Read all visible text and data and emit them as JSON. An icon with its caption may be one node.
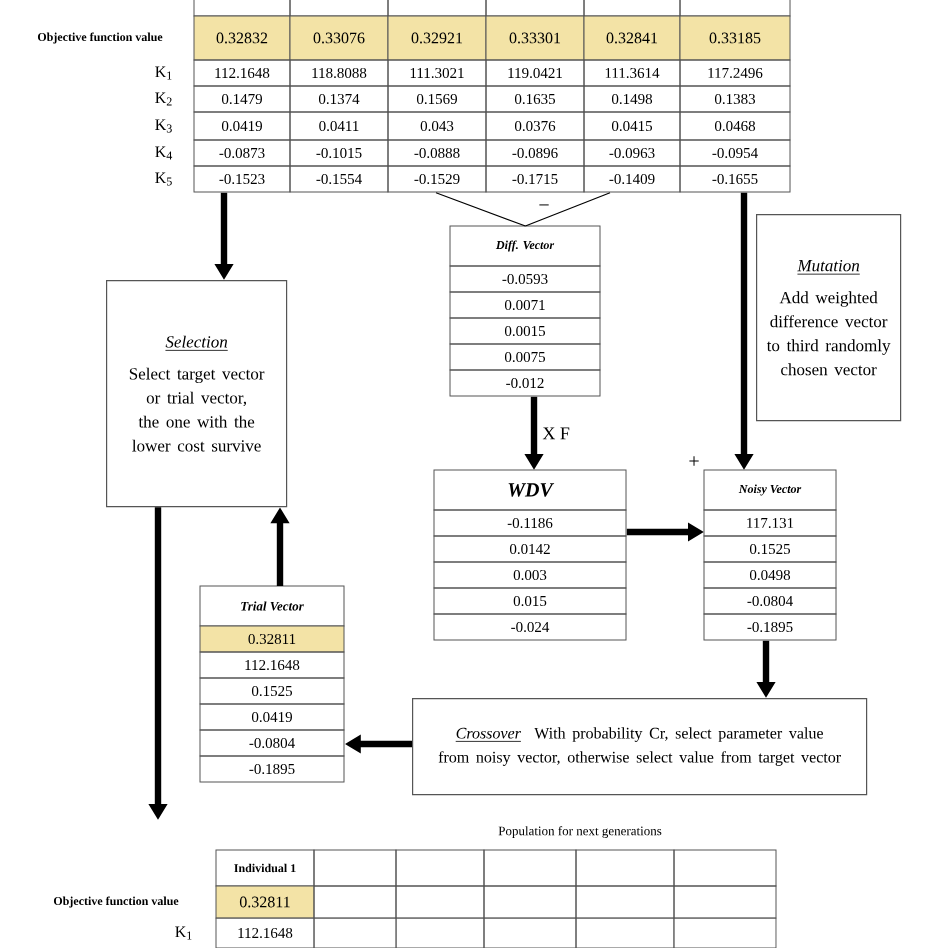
{
  "diagram": {
    "nodes": [
      {
        "text": [
          "Objective function value",
          "0.32832",
          "0.33076",
          "0.32921",
          "0.33301",
          "0.32841",
          "0.33185",
          "K$_{1}$",
          "112.1648",
          "118.8088",
          "111.3021",
          "119.0421",
          "111.3614",
          "117.2496",
          "K$_{2}$",
          "0.1479",
          "0.1374",
          "0.1569",
          "0.1635",
          "0.1498",
          "0.1383",
          "K$_{3}$",
          "0.0419",
          "0.0411",
          "0.043",
          "0.0376",
          "0.0415",
          "0.0468",
          "K$_{4}$",
          "-0.0873",
          "-0.1015",
          "-0.0888",
          "-0.0896",
          "-0.0963",
          "-0.0954",
          "K$_{5}$",
          "-0.1523",
          "-0.1554",
          "-0.1529",
          "-0.1715",
          "-0.1409",
          "-0.1655"
        ]
      },
      {
        "text": [
          "Selection",
          "Select target vector or trial vector, the one with the lower cost survive"
        ]
      },
      {
        "text": [
          "Mutation",
          "Add weighted difference vector to third randomly chosen vector"
        ]
      },
      {
        "text": [
          "Diff. Vector",
          "-0.0593",
          "0.0071",
          "0.0015",
          "0.0075",
          "-0.012"
        ]
      },
      {
        "text": [
          "WDV",
          "-0.1186",
          "0.0142",
          "0.003",
          "0.015",
          "-0.024"
        ]
      },
      {
        "text": [
          "Noisy Vector",
          "117.131",
          "0.1525",
          "0.0498",
          "-0.0804",
          "-0.1895"
        ]
      },
      {
        "text": [
          "Trial Vector",
          "0.32811",
          "112.1648",
          "0.1525",
          "0.0419",
          "-0.0804",
          "-0.1895"
        ]
      },
      {
        "text": [
          "Crossover",
          "With probability Cr, select parameter value from noisy vector, otherwise select value from target vector"
        ]
      },
      {
        "text": [
          "Population for next generations",
          "Individual 1",
          "Objective function value",
          "0.32811",
          "K$_{1}$",
          "112.1648"
        ]
      }
    ],
    "edges": [
      {
        "from": 0,
        "to": 1,
        "arrow": "to"
      },
      {
        "from": 0,
        "to": 3,
        "arrow": "none"
      },
      {
        "from": 0,
        "to": 3,
        "arrow": "none"
      },
      {
        "from": 0,
        "to": 5,
        "arrow": "to"
      },
      {
        "from": 3,
        "to": 4,
        "arrow": "to",
        "label": "X F"
      },
      {
        "from": 4,
        "to": 5,
        "arrow": "to"
      },
      {
        "from": 5,
        "to": 7,
        "arrow": "to"
      },
      {
        "from": 7,
        "to": 6,
        "arrow": "to"
      },
      {
        "from": 6,
        "to": 1,
        "arrow": "to"
      },
      {
        "from": 1,
        "to": 8,
        "arrow": "to"
      }
    ],
    "labels": [
      "−",
      "+"
    ]
  }
}
